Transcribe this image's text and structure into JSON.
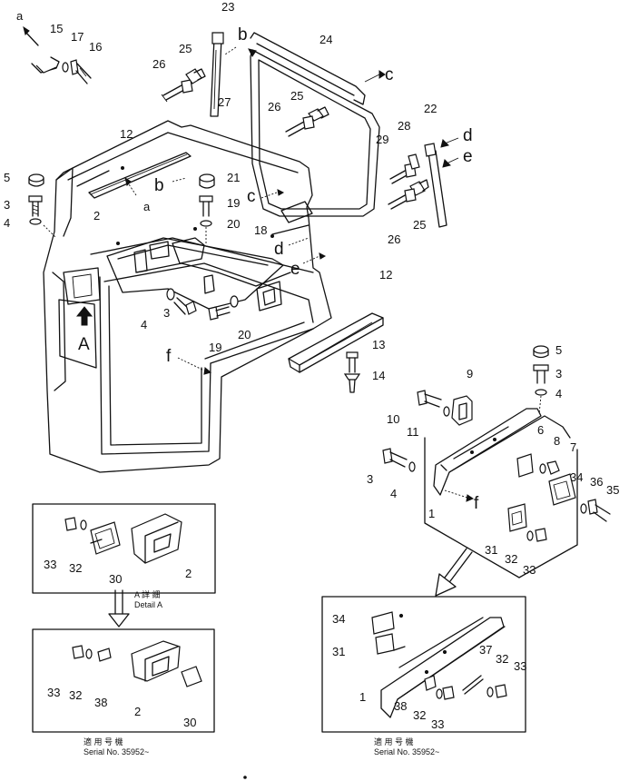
{
  "callouts": {
    "n1": "1",
    "n2": "2",
    "n3": "3",
    "n4": "4",
    "n5": "5",
    "n6": "6",
    "n7": "7",
    "n8": "8",
    "n9": "9",
    "n10": "10",
    "n11": "11",
    "n12": "12",
    "n13": "13",
    "n14": "14",
    "n15": "15",
    "n16": "16",
    "n17": "17",
    "n18": "18",
    "n19": "19",
    "n20": "20",
    "n21": "21",
    "n22": "22",
    "n23": "23",
    "n24": "24",
    "n25": "25",
    "n26": "26",
    "n27": "27",
    "n28": "28",
    "n29": "29",
    "n30": "30",
    "n31": "31",
    "n32": "32",
    "n33": "33",
    "n34": "34",
    "n35": "35",
    "n36": "36",
    "n37": "37",
    "n38": "38"
  },
  "letters": {
    "a": "a",
    "b": "b",
    "c": "c",
    "d": "d",
    "e": "e",
    "f": "f",
    "A": "A"
  },
  "detail": {
    "jp": "A 詳 細",
    "en": "Detail A"
  },
  "serial": {
    "jp": "適 用 号 機",
    "text": "Serial No. 35952~"
  }
}
